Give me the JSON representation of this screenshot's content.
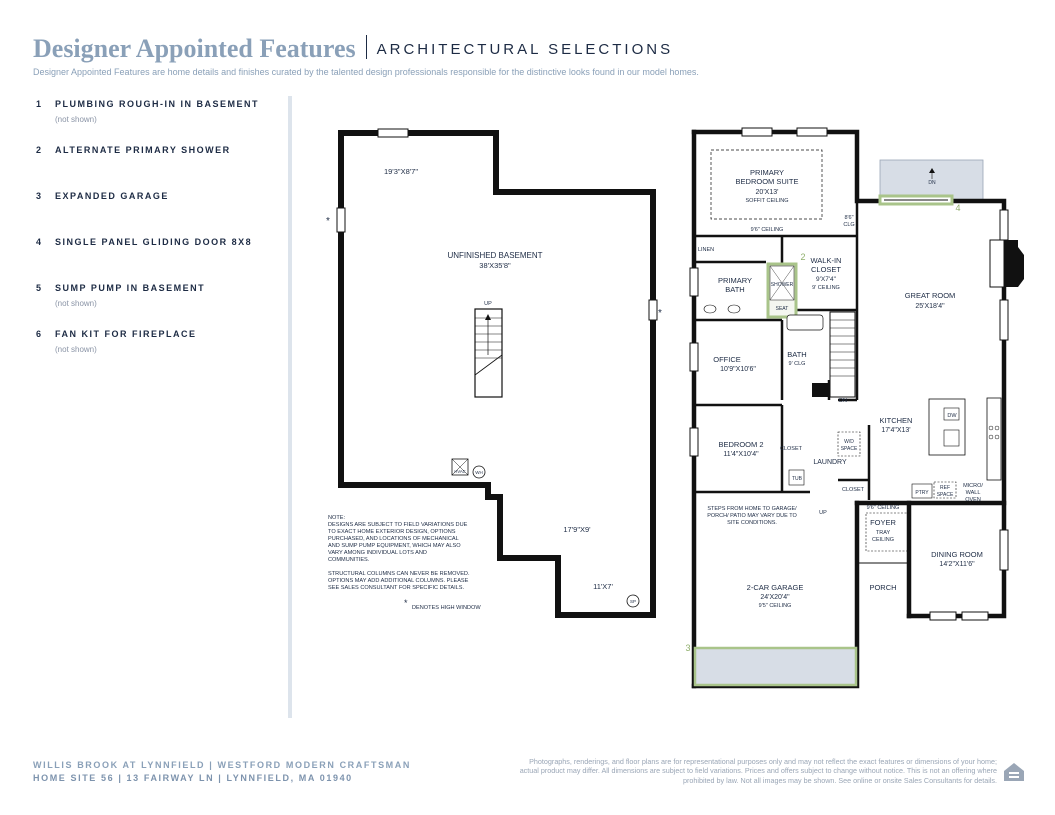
{
  "header": {
    "title": "Designer Appointed Features",
    "subtitle": "ARCHITECTURAL SELECTIONS",
    "description": "Designer Appointed Features are home details and finishes curated by the talented design professionals responsible for the distinctive looks found in our model homes."
  },
  "features": [
    {
      "num": "1",
      "label": "PLUMBING ROUGH-IN IN BASEMENT",
      "note": "(not shown)"
    },
    {
      "num": "2",
      "label": "ALTERNATE PRIMARY SHOWER",
      "note": ""
    },
    {
      "num": "3",
      "label": "EXPANDED GARAGE",
      "note": ""
    },
    {
      "num": "4",
      "label": "SINGLE PANEL GLIDING DOOR 8X8",
      "note": ""
    },
    {
      "num": "5",
      "label": "SUMP PUMP IN BASEMENT",
      "note": "(not shown)"
    },
    {
      "num": "6",
      "label": "FAN KIT FOR FIREPLACE",
      "note": "(not shown)"
    }
  ],
  "basement": {
    "room_top": "19'3\"X8'7\"",
    "name": "UNFINISHED BASEMENT",
    "dims": "38'X35'8\"",
    "up": "UP",
    "area2": "17'9\"X9'",
    "area3": "11'X7'",
    "hvac": "HVAC",
    "wh": "WH",
    "sp": "SP",
    "star": "*",
    "notes": [
      "NOTE:",
      "DESIGNS ARE SUBJECT TO FIELD VARIATIONS DUE",
      "TO EXACT HOME EXTERIOR DESIGN, OPTIONS",
      "PURCHASED, AND LOCATIONS OF MECHANICAL",
      "AND SUMP PUMP EQUIPMENT, WHICH MAY ALSO",
      "VARY AMONG INDIVIDUAL LOTS AND",
      "COMMUNITIES.",
      "",
      "STRUCTURAL COLUMNS CAN NEVER BE REMOVED.",
      "OPTIONS MAY ADD ADDITIONAL COLUMNS. PLEASE",
      "SEE SALES CONSULTANT FOR SPECIFIC DETAILS."
    ],
    "high_window": "DENOTES HIGH WINDOW"
  },
  "first_floor": {
    "primary_suite": [
      "PRIMARY",
      "BEDROOM SUITE",
      "20'X13'",
      "SOFFIT CEILING"
    ],
    "ceiling_96": "9'6\" CEILING",
    "clg_86": [
      "8'6\"",
      "CLG"
    ],
    "linen": "LINEN",
    "walkin": [
      "WALK-IN",
      "CLOSET",
      "9'X7'4\"",
      "9' CEILING"
    ],
    "primary_bath": [
      "PRIMARY",
      "BATH"
    ],
    "shower": "SHOWER",
    "seat": "SEAT",
    "great_room": [
      "GREAT ROOM",
      "25'X18'4\""
    ],
    "dn": "DN",
    "office": [
      "OFFICE",
      "10'9\"X10'6\""
    ],
    "bath": [
      "BATH",
      "9' CLG"
    ],
    "dn2": "DN",
    "kitchen": [
      "KITCHEN",
      "17'4\"X13'"
    ],
    "dw": "DW",
    "bedroom2": [
      "BEDROOM 2",
      "11'4\"X10'4\""
    ],
    "closet": "CLOSET",
    "wd_space": [
      "W/D",
      "SPACE"
    ],
    "laundry": "LAUNDRY",
    "tub": "TUB",
    "closet2": "CLOSET",
    "ptry": "PTRY",
    "ref_space": [
      "REF",
      "SPACE"
    ],
    "micro_oven": [
      "MICRO/",
      "WALL",
      "OVEN"
    ],
    "steps_note": [
      "STEPS FROM HOME TO GARAGE/",
      "PORCH/ PATIO MAY VARY DUE TO",
      "SITE CONDITIONS."
    ],
    "up": "UP",
    "ceiling_foyer": "9'6\" CEILING",
    "foyer": [
      "FOYER",
      "TRAY",
      "CEILING"
    ],
    "dining": [
      "DINING ROOM",
      "14'2\"X11'6\""
    ],
    "porch": "PORCH",
    "garage": [
      "2-CAR GARAGE",
      "24'X20'4\"",
      "9'5\" CEILING"
    ],
    "marker_2": "2",
    "marker_3": "3",
    "marker_4": "4",
    "star": "*"
  },
  "footer": {
    "line1": "WILLIS BROOK AT LYNNFIELD  |  WESTFORD MODERN CRAFTSMAN",
    "line2": "HOME SITE 56  |  13 FAIRWAY LN  |  LYNNFIELD, MA 01940",
    "disclaimer": "Photographs, renderings, and floor plans are for representational purposes only and may not reflect the exact features or dimensions of your home; actual product may differ. All dimensions are subject to field variations. Prices and offers subject to change without notice. This is not an offering where prohibited by law. Not all images may be shown. See online or onsite Sales Consultants for details."
  },
  "colors": {
    "brand_light": "#8aa0b8",
    "brand_dark": "#1d2b44",
    "highlight": "#a9c48a"
  }
}
